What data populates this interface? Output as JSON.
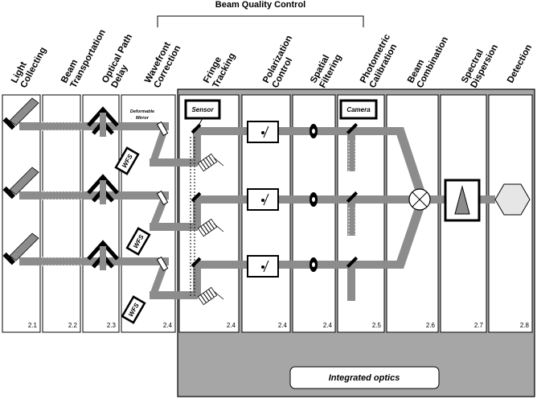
{
  "title": "Beam Quality Control",
  "stages": [
    {
      "name": "Light\nCollecting",
      "section": "2.1"
    },
    {
      "name": "Beam\nTransportation",
      "section": "2.2"
    },
    {
      "name": "Optical Path\nDelay",
      "section": "2.3"
    },
    {
      "name": "Wavefront\nCorrection",
      "section": "2.4"
    },
    {
      "name": "Fringe\nTracking",
      "section": "2.4"
    },
    {
      "name": "Polarization\nControl",
      "section": "2.4"
    },
    {
      "name": "Spatial\nFiltering",
      "section": "2.4"
    },
    {
      "name": "Photometric\nCalibration",
      "section": "2.5"
    },
    {
      "name": "Beam\nCombination",
      "section": "2.6"
    },
    {
      "name": "Spectral\nDispersion",
      "section": "2.7"
    },
    {
      "name": "Detection",
      "section": "2.8"
    }
  ],
  "labels": {
    "sensor": "Sensor",
    "camera": "Camera",
    "deformable_mirror": "Deformable\nMirror",
    "wfs": "WFS",
    "integrated_optics": "Integrated optics"
  },
  "colors": {
    "beam": "#8c8c8c",
    "panel": "#a6a6a6",
    "stroke": "#000000"
  }
}
